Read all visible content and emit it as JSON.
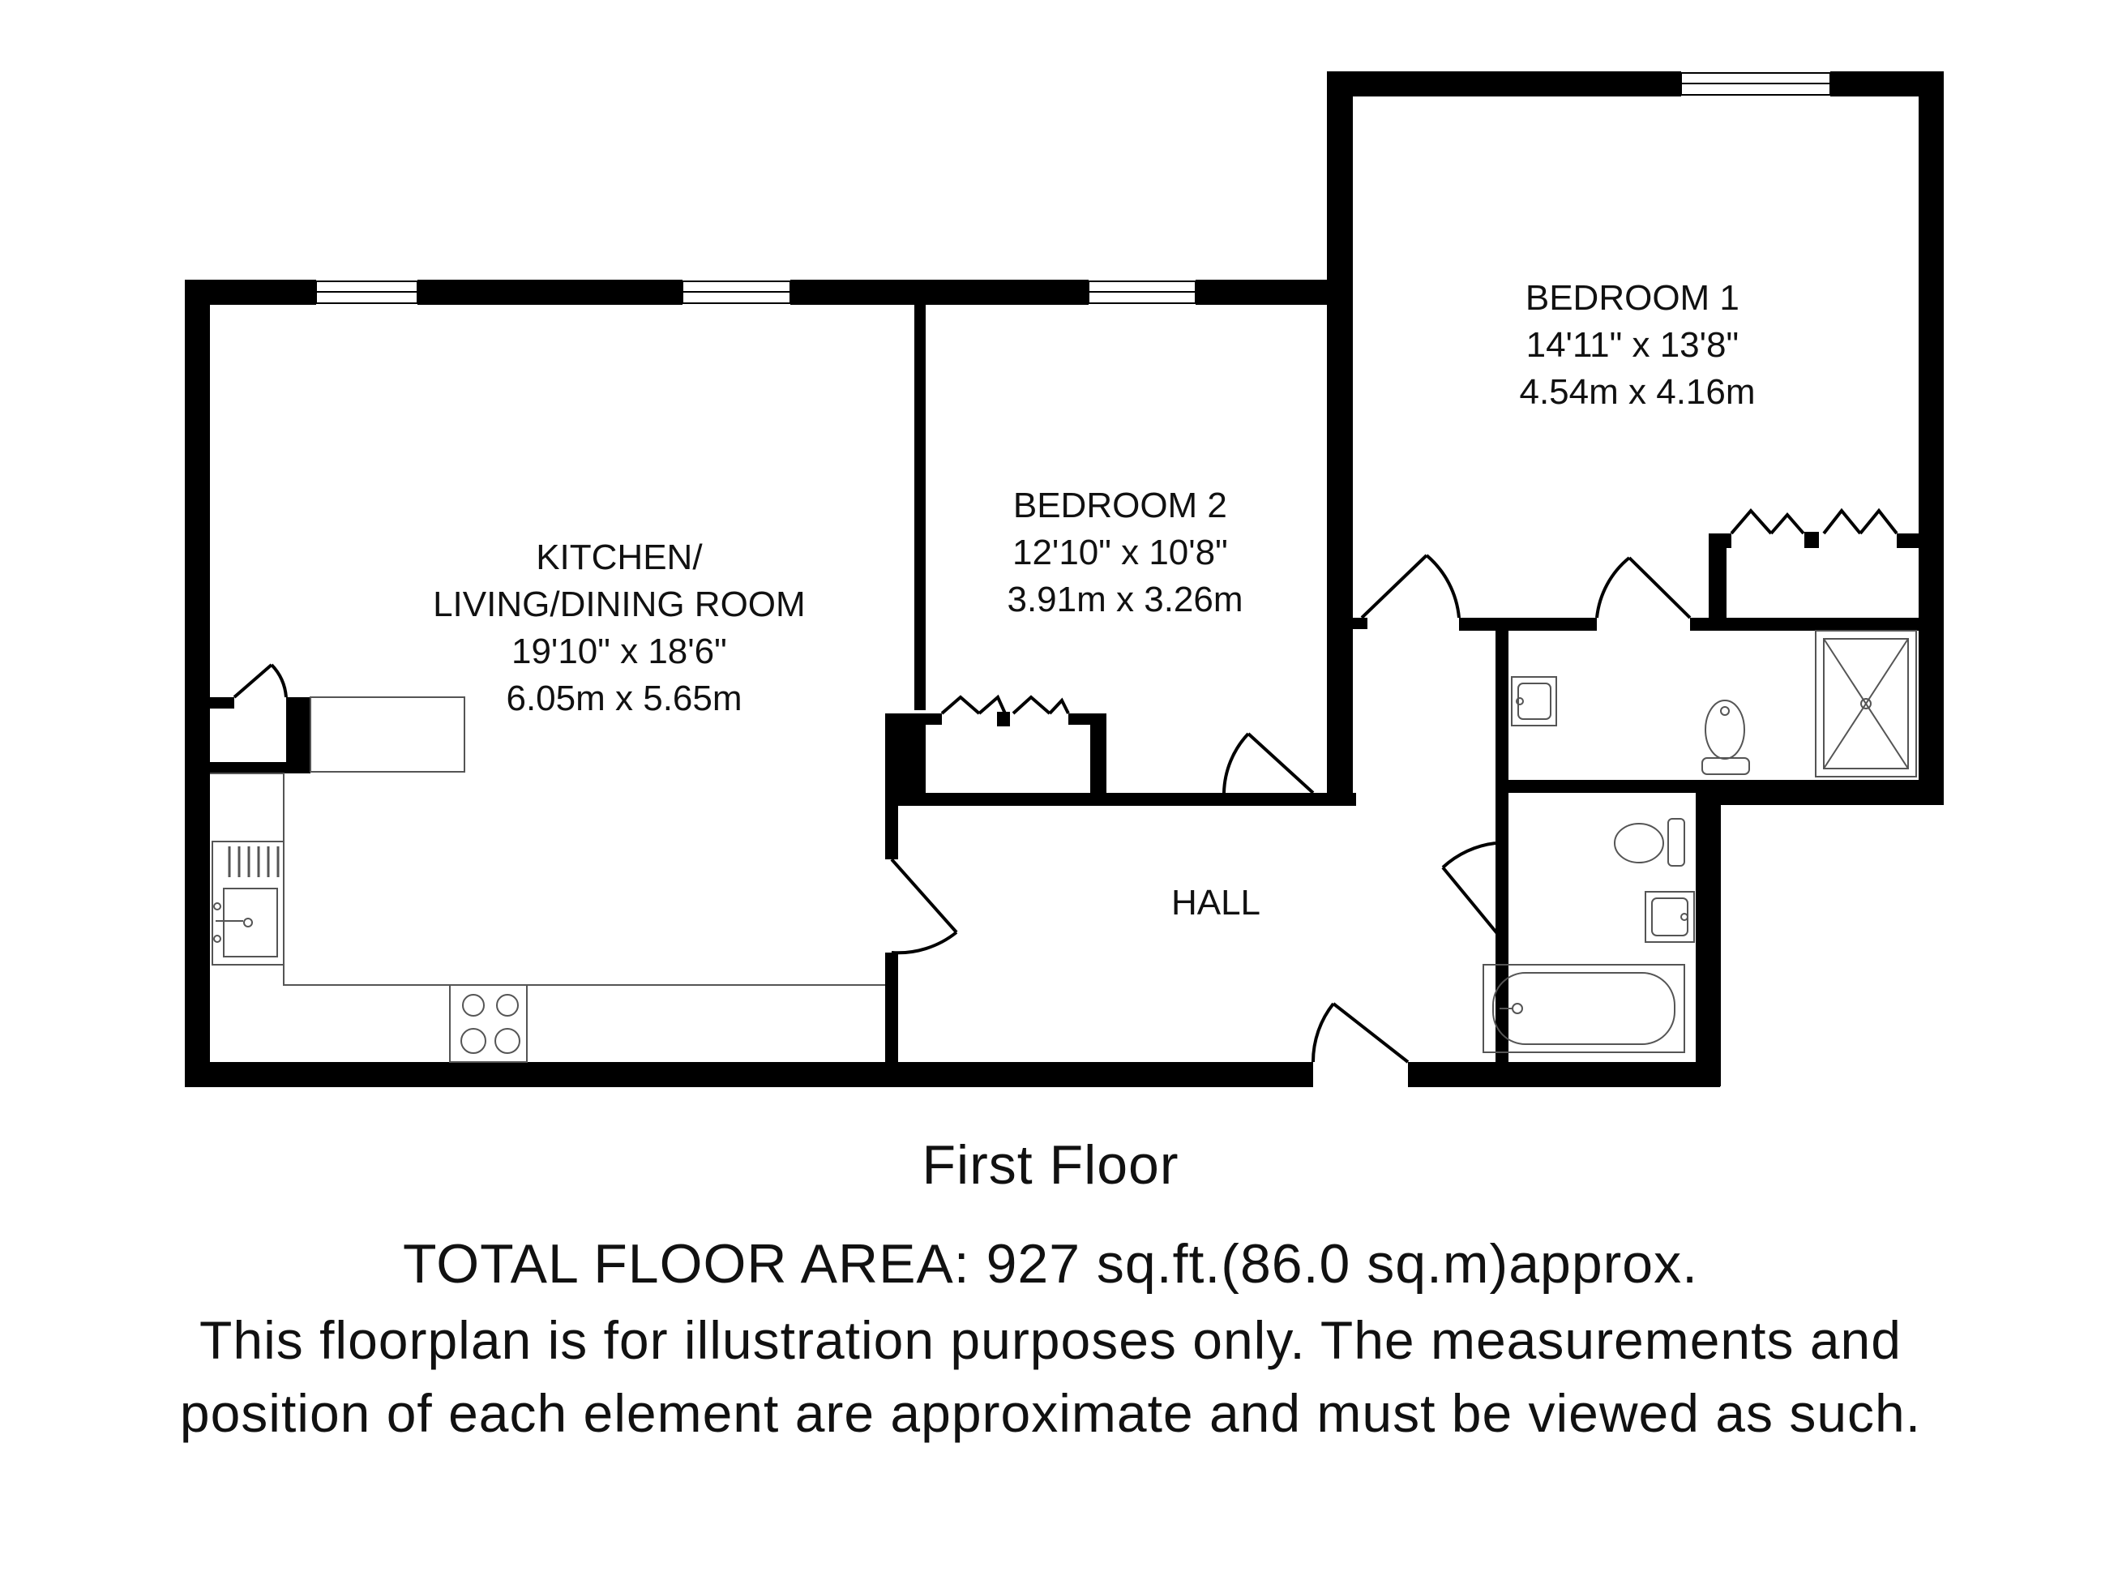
{
  "floorplan": {
    "rooms": [
      {
        "id": "kitchen",
        "lines": [
          "KITCHEN/",
          "LIVING/DINING ROOM",
          "19'10\" x 18'6\"",
          "6.05m x 5.65m"
        ]
      },
      {
        "id": "bedroom2",
        "lines": [
          "BEDROOM 2",
          "12'10\" x 10'8\"",
          "3.91m x 3.26m"
        ]
      },
      {
        "id": "bedroom1",
        "lines": [
          "BEDROOM 1",
          "14'11\" x 13'8\"",
          "4.54m x 4.16m"
        ]
      },
      {
        "id": "hall",
        "lines": [
          "HALL"
        ]
      }
    ],
    "colors": {
      "wall": "#000000",
      "fixture": "#555555",
      "background": "#ffffff"
    }
  },
  "footer": {
    "floor_name": "First Floor",
    "total_area": "TOTAL FLOOR AREA: 927 sq.ft.(86.0 sq.m)approx.",
    "disclaimer": "This floorplan is for illustration purposes only. The measurements and position of each element are approximate and must be viewed as such."
  }
}
